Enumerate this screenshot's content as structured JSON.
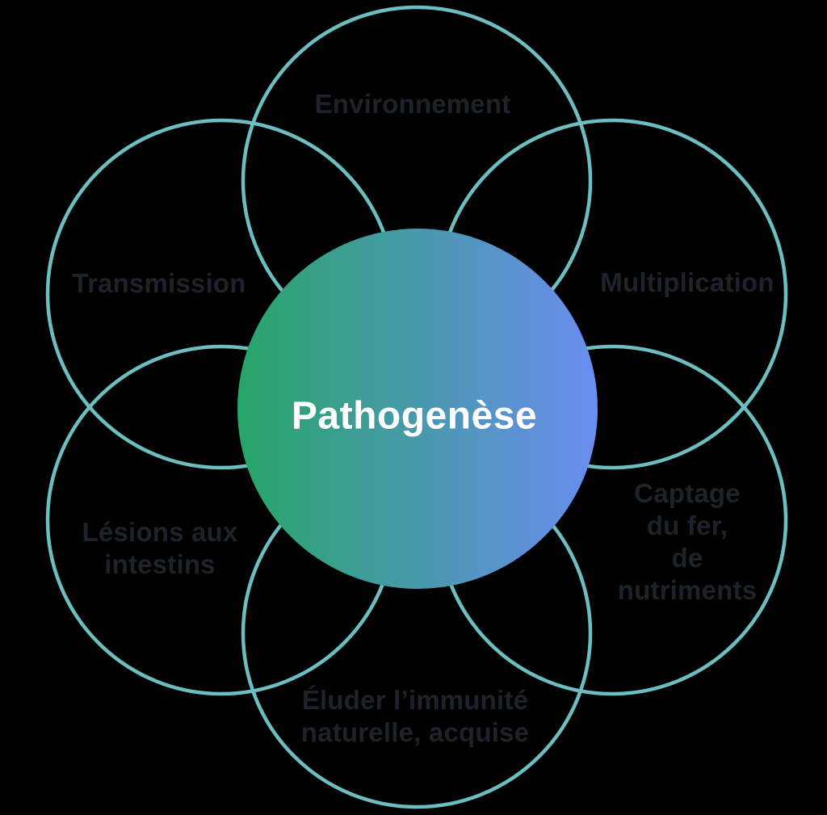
{
  "diagram": {
    "type": "flower-venn",
    "background_color": "#000000",
    "petal_stroke_color": "#6cbec1",
    "petal_label_color": "#1e222a",
    "center": {
      "label": "Pathogenèse",
      "text_color": "#ffffff",
      "gradient_start": "#27a567",
      "gradient_end": "#6a8df1",
      "gradient_direction": "left-to-right"
    },
    "petals": [
      {
        "id": "environnement",
        "position": "top",
        "label": "Environnement"
      },
      {
        "id": "multiplication",
        "position": "top-right",
        "label": "Multiplication"
      },
      {
        "id": "captage",
        "position": "bottom-right",
        "label": "Captage du fer,\nde nutriments"
      },
      {
        "id": "eluder",
        "position": "bottom",
        "label": "Éluder l’immunité\nnaturelle, acquise"
      },
      {
        "id": "lesions",
        "position": "bottom-left",
        "label": "Lésions aux\nintestins"
      },
      {
        "id": "transmission",
        "position": "top-left",
        "label": "Transmission"
      }
    ]
  }
}
